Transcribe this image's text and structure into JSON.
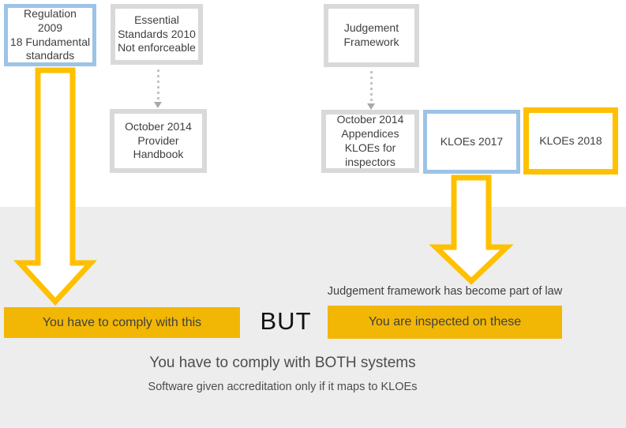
{
  "slide": {
    "boxes": {
      "regulation": {
        "label": "Regulation\n2009\n18 Fundamental\nstandards"
      },
      "essential": {
        "label": "Essential\nStandards 2010\nNot enforceable"
      },
      "provider_handbook": {
        "label": "October 2014\nProvider\nHandbook"
      },
      "judgement_framework": {
        "label": "Judgement\nFramework"
      },
      "appendices": {
        "label": "October 2014\nAppendices\nKLOEs for\ninspectors"
      },
      "kloes_2017": {
        "label": "KLOEs 2017"
      },
      "kloes_2018": {
        "label": "KLOEs 2018"
      }
    },
    "banners": {
      "comply": "You have to comply with this",
      "inspected": "You are inspected on these"
    },
    "labels": {
      "but": "BUT",
      "judgement_note": "Judgement framework has become part of law",
      "both_systems": "You have to comply with BOTH systems",
      "software_note": "Software given accreditation only if it maps to KLOEs"
    },
    "icons": {
      "big_arrow": "down-block-arrow",
      "connector": "dotted-down-arrow"
    },
    "colors": {
      "blue_border": "#9DC3E6",
      "gray_border": "#D9D9D9",
      "gold": "#FFC000",
      "banner_fill": "#F2B705",
      "background_band": "#EDEDEE",
      "box_text": "#3F3F3F",
      "note_text": "#4D4D4D"
    }
  }
}
